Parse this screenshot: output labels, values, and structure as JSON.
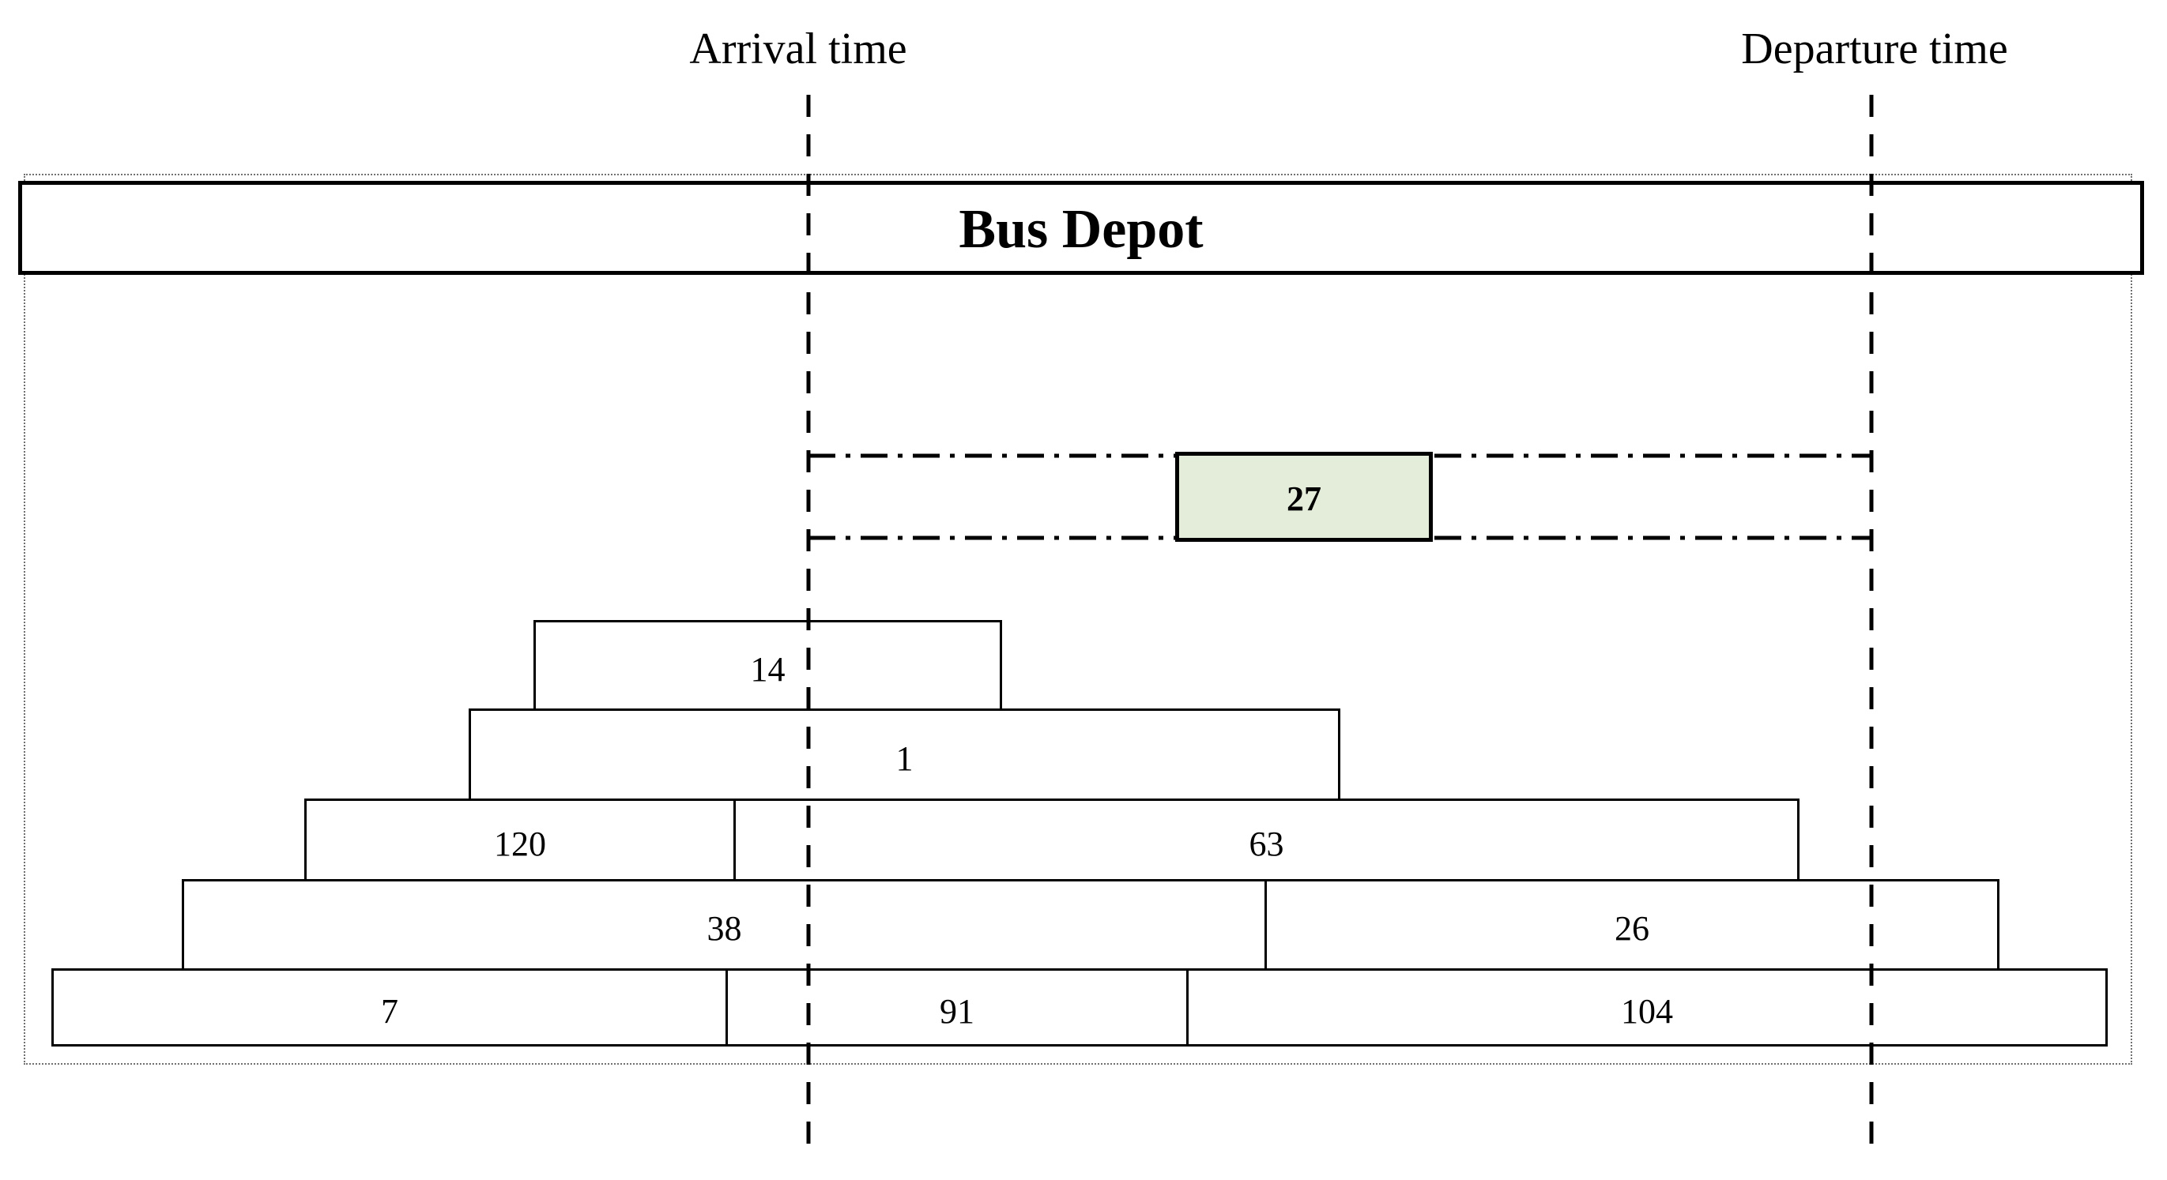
{
  "header": {
    "arrival_label": "Arrival time",
    "departure_label": "Departure time"
  },
  "depot": {
    "title": "Bus Depot"
  },
  "highlight": {
    "value": "27"
  },
  "blocks": [
    {
      "row": 1,
      "value": "14"
    },
    {
      "row": 2,
      "value": "1"
    },
    {
      "row": 3,
      "value": "120"
    },
    {
      "row": 3,
      "value": "63"
    },
    {
      "row": 4,
      "value": "38"
    },
    {
      "row": 4,
      "value": "26"
    },
    {
      "row": 5,
      "value": "7"
    },
    {
      "row": 5,
      "value": "91"
    },
    {
      "row": 5,
      "value": "104"
    }
  ],
  "colors": {
    "line": "#000000",
    "highlight_fill": "#e3edda",
    "boundary_dotted": "#707070"
  }
}
